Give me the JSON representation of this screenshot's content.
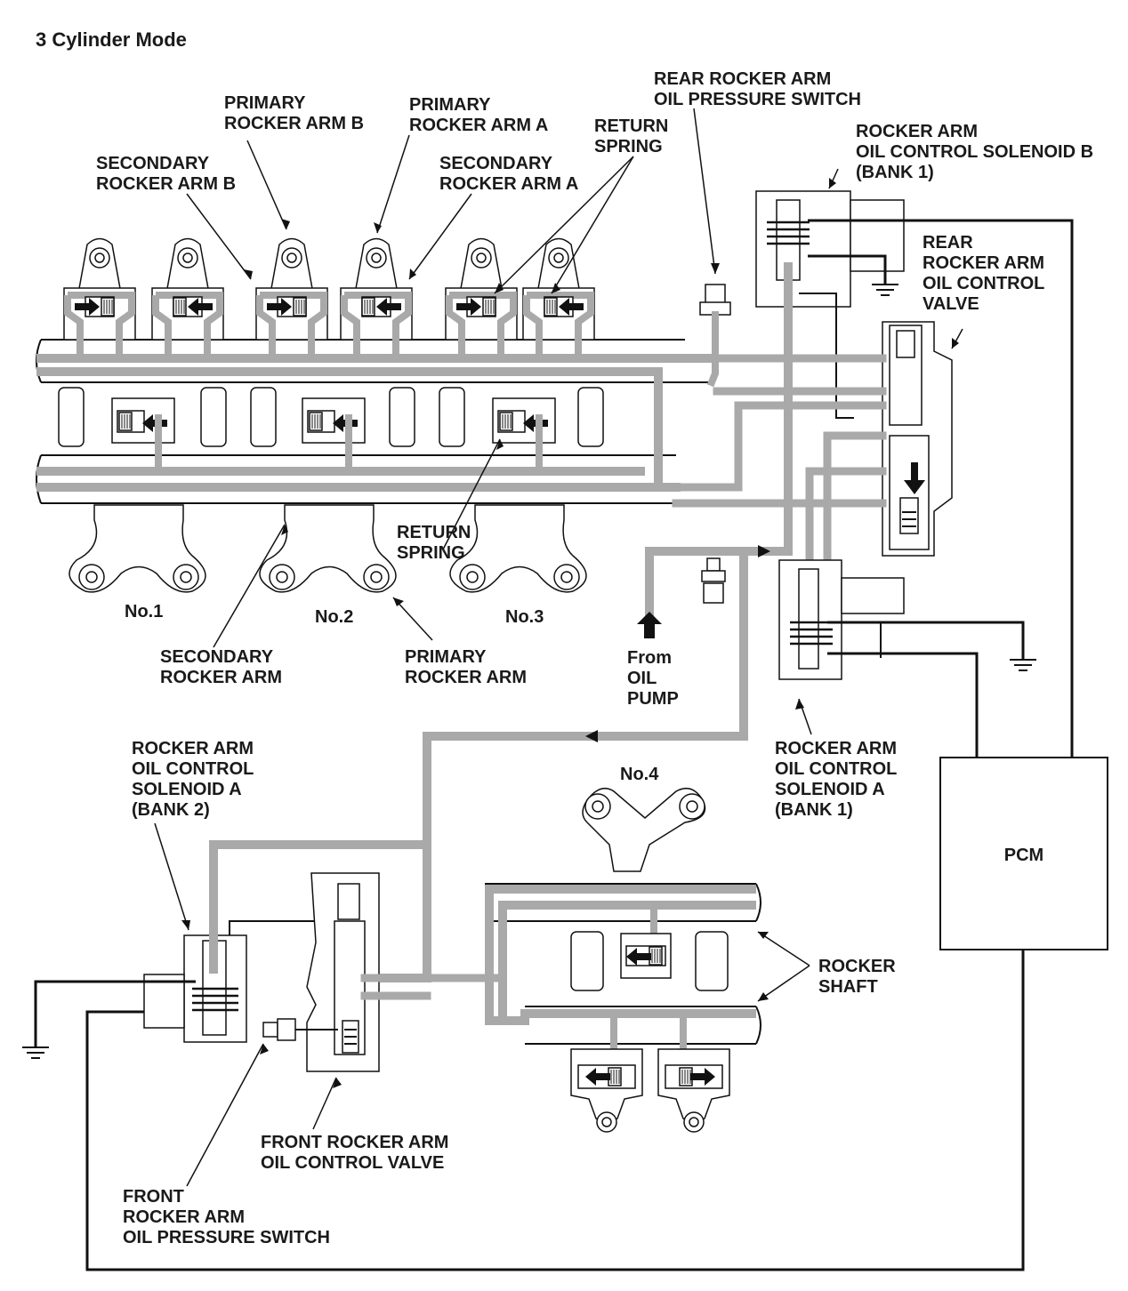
{
  "title": "3 Cylinder Mode",
  "labels": {
    "primary_rocker_arm_b": [
      "PRIMARY",
      "ROCKER ARM B"
    ],
    "primary_rocker_arm_a": [
      "PRIMARY",
      "ROCKER ARM A"
    ],
    "secondary_rocker_arm_b": [
      "SECONDARY",
      "ROCKER ARM B"
    ],
    "secondary_rocker_arm_a": [
      "SECONDARY",
      "ROCKER ARM A"
    ],
    "return_spring_top": [
      "RETURN",
      "SPRING"
    ],
    "rear_oil_pressure_switch": [
      "REAR ROCKER ARM",
      "OIL PRESSURE SWITCH"
    ],
    "solenoid_b_bank1": [
      "ROCKER ARM",
      "OIL CONTROL SOLENOID B",
      "(BANK 1)"
    ],
    "rear_oil_control_valve": [
      "REAR",
      "ROCKER ARM",
      "OIL CONTROL",
      "VALVE"
    ],
    "return_spring_mid": [
      "RETURN",
      "SPRING"
    ],
    "secondary_rocker_arm": [
      "SECONDARY",
      "ROCKER ARM"
    ],
    "primary_rocker_arm": [
      "PRIMARY",
      "ROCKER ARM"
    ],
    "from_oil_pump": [
      "From",
      "OIL",
      "PUMP"
    ],
    "solenoid_a_bank1": [
      "ROCKER ARM",
      "OIL CONTROL",
      "SOLENOID A",
      "(BANK 1)"
    ],
    "solenoid_a_bank2": [
      "ROCKER ARM",
      "OIL CONTROL",
      "SOLENOID A",
      "(BANK 2)"
    ],
    "rocker_shaft": [
      "ROCKER",
      "SHAFT"
    ],
    "front_oil_control_valve": [
      "FRONT ROCKER ARM",
      "OIL CONTROL VALVE"
    ],
    "front_oil_pressure_switch": [
      "FRONT",
      "ROCKER ARM",
      "OIL PRESSURE SWITCH"
    ]
  },
  "cylinders": [
    "No.1",
    "No.2",
    "No.3",
    "No.4"
  ],
  "pcm": "PCM",
  "colors": {
    "oil": "#a9a9a9",
    "line": "#111111",
    "background": "#ffffff"
  }
}
